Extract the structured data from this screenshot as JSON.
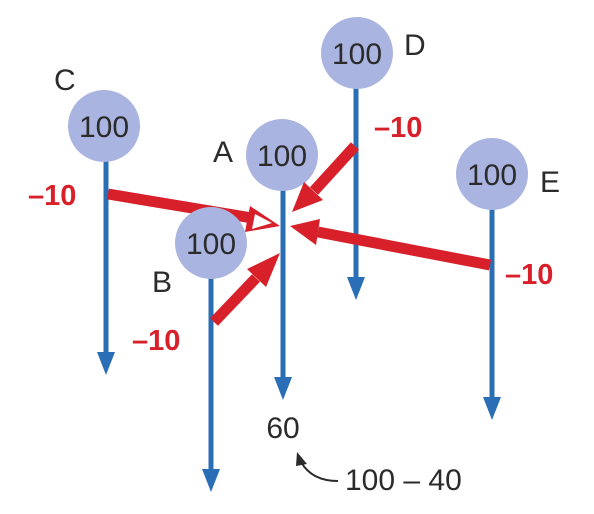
{
  "nodes": {
    "A": {
      "letter": "A",
      "value": "100"
    },
    "B": {
      "letter": "B",
      "value": "100"
    },
    "C": {
      "letter": "C",
      "value": "100"
    },
    "D": {
      "letter": "D",
      "value": "100"
    },
    "E": {
      "letter": "E",
      "value": "100"
    }
  },
  "transfers": {
    "B": "–10",
    "C": "–10",
    "D": "–10",
    "E": "–10"
  },
  "result": {
    "value": "60",
    "formula": "100 – 40"
  },
  "colors": {
    "node_fill": "#a9b4e0",
    "down_arrow": "#2a6fb5",
    "transfer_arrow": "#d7202a",
    "transfer_text": "#d7202a"
  }
}
